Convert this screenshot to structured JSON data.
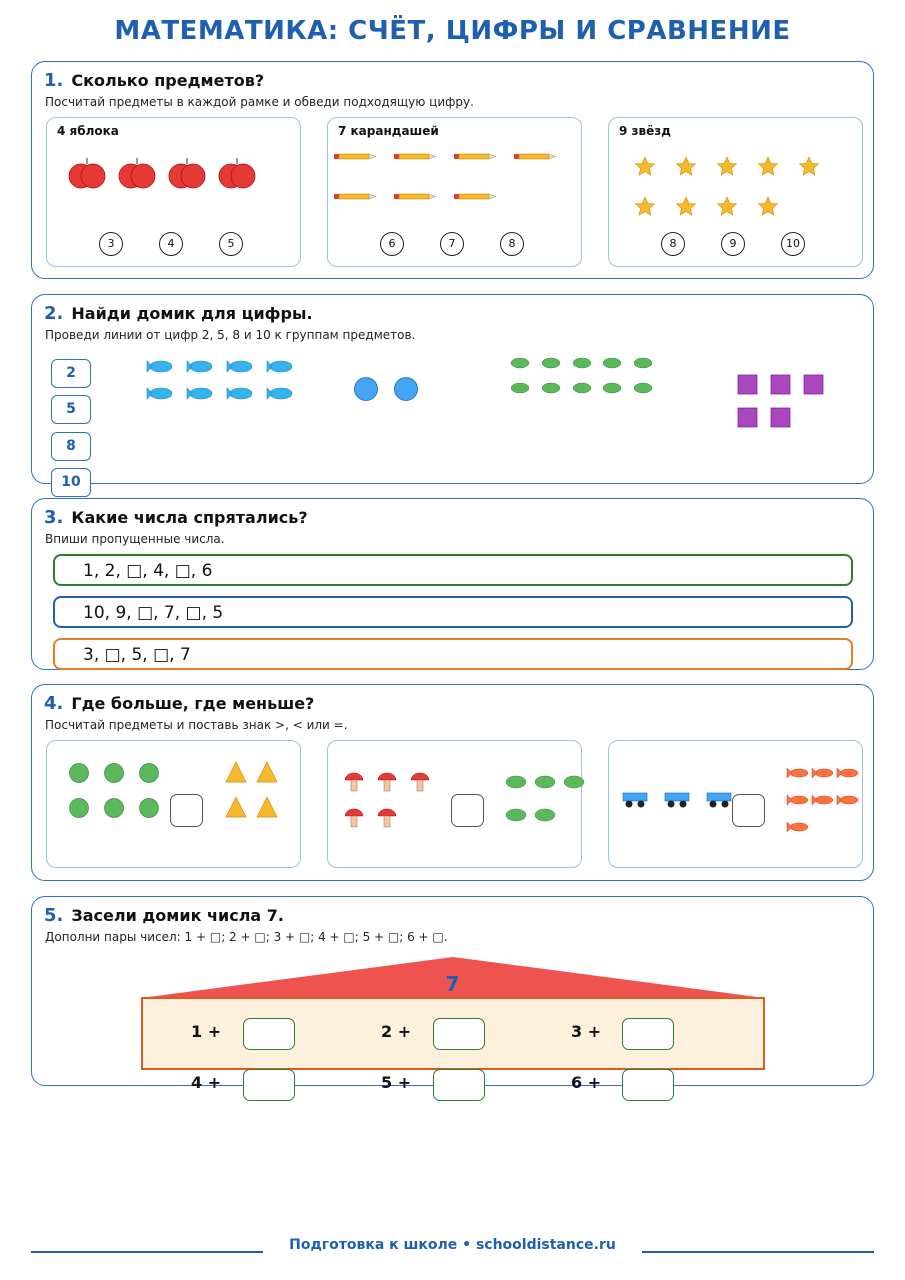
{
  "title": "МАТЕМАТИКА: СЧЁТ, ЦИФРЫ И СРАВНЕНИЕ",
  "sections": [
    {
      "num": "1.",
      "title": "Сколько предметов?",
      "subtitle": "Посчитай предметы в каждой рамке и обведи подходящую цифру.",
      "panels": [
        {
          "label": "4 яблока",
          "item": "apple-icon",
          "count": 4,
          "choices": [
            "3",
            "4",
            "5"
          ]
        },
        {
          "label": "7 карандашей",
          "item": "pencil-icon",
          "count": 7,
          "choices": [
            "6",
            "7",
            "8"
          ]
        },
        {
          "label": "9 звёзд",
          "item": "star-icon",
          "count": 9,
          "choices": [
            "8",
            "9",
            "10"
          ]
        }
      ]
    },
    {
      "num": "2.",
      "title": "Найди домик для цифры.",
      "subtitle": "Проведи линии от цифр 2, 5, 8 и 10 к группам предметов.",
      "numbers": [
        "2",
        "5",
        "8",
        "10"
      ],
      "groups": [
        {
          "item": "fish-icon",
          "count": 8
        },
        {
          "item": "ball-icon",
          "count": 2
        },
        {
          "item": "leaf-icon",
          "count": 10
        },
        {
          "item": "square-icon",
          "count": 5
        }
      ]
    },
    {
      "num": "3.",
      "title": "Какие числа спрятались?",
      "subtitle": "Впиши пропущенные числа.",
      "rows": [
        {
          "text": "1, 2, □, 4, □, 6",
          "color": "#2e7d32"
        },
        {
          "text": "10, 9, □, 7, □, 5",
          "color": "#1f5fb0"
        },
        {
          "text": "3, □, 5, □, 7",
          "color": "#e67e22"
        }
      ]
    },
    {
      "num": "4.",
      "title": "Где больше, где меньше?",
      "subtitle": "Посчитай предметы и поставь знак >, < или =.",
      "comparisons": [
        {
          "left": {
            "item": "circle-icon",
            "count": 6
          },
          "right": {
            "item": "triangle-icon",
            "count": 4
          }
        },
        {
          "left": {
            "item": "mushroom-icon",
            "count": 5
          },
          "right": {
            "item": "leaf-icon",
            "count": 5
          }
        },
        {
          "left": {
            "item": "wagon-icon",
            "count": 3
          },
          "right": {
            "item": "fish-icon",
            "count": 7
          }
        }
      ]
    },
    {
      "num": "5.",
      "title": "Засели домик числа 7.",
      "subtitle": "Дополни пары чисел: 1 + □; 2 + □; 3 + □; 4 + □; 5 + □; 6 + □.",
      "house_number": "7",
      "pairs": [
        "1 +",
        "2 +",
        "3 +",
        "4 +",
        "5 +",
        "6 +"
      ]
    }
  ],
  "footer": "Подготовка к школе • schooldistance.ru",
  "colors": {
    "accent": "#1f5fb0",
    "apple": "#e53935",
    "pencil": "#f5b82e",
    "star": "#f5b82e",
    "fish": "#36b3ef",
    "ball": "#42a5f5",
    "leaf": "#5cb85c",
    "square": "#ab47bc",
    "roof": "#ef5350"
  }
}
